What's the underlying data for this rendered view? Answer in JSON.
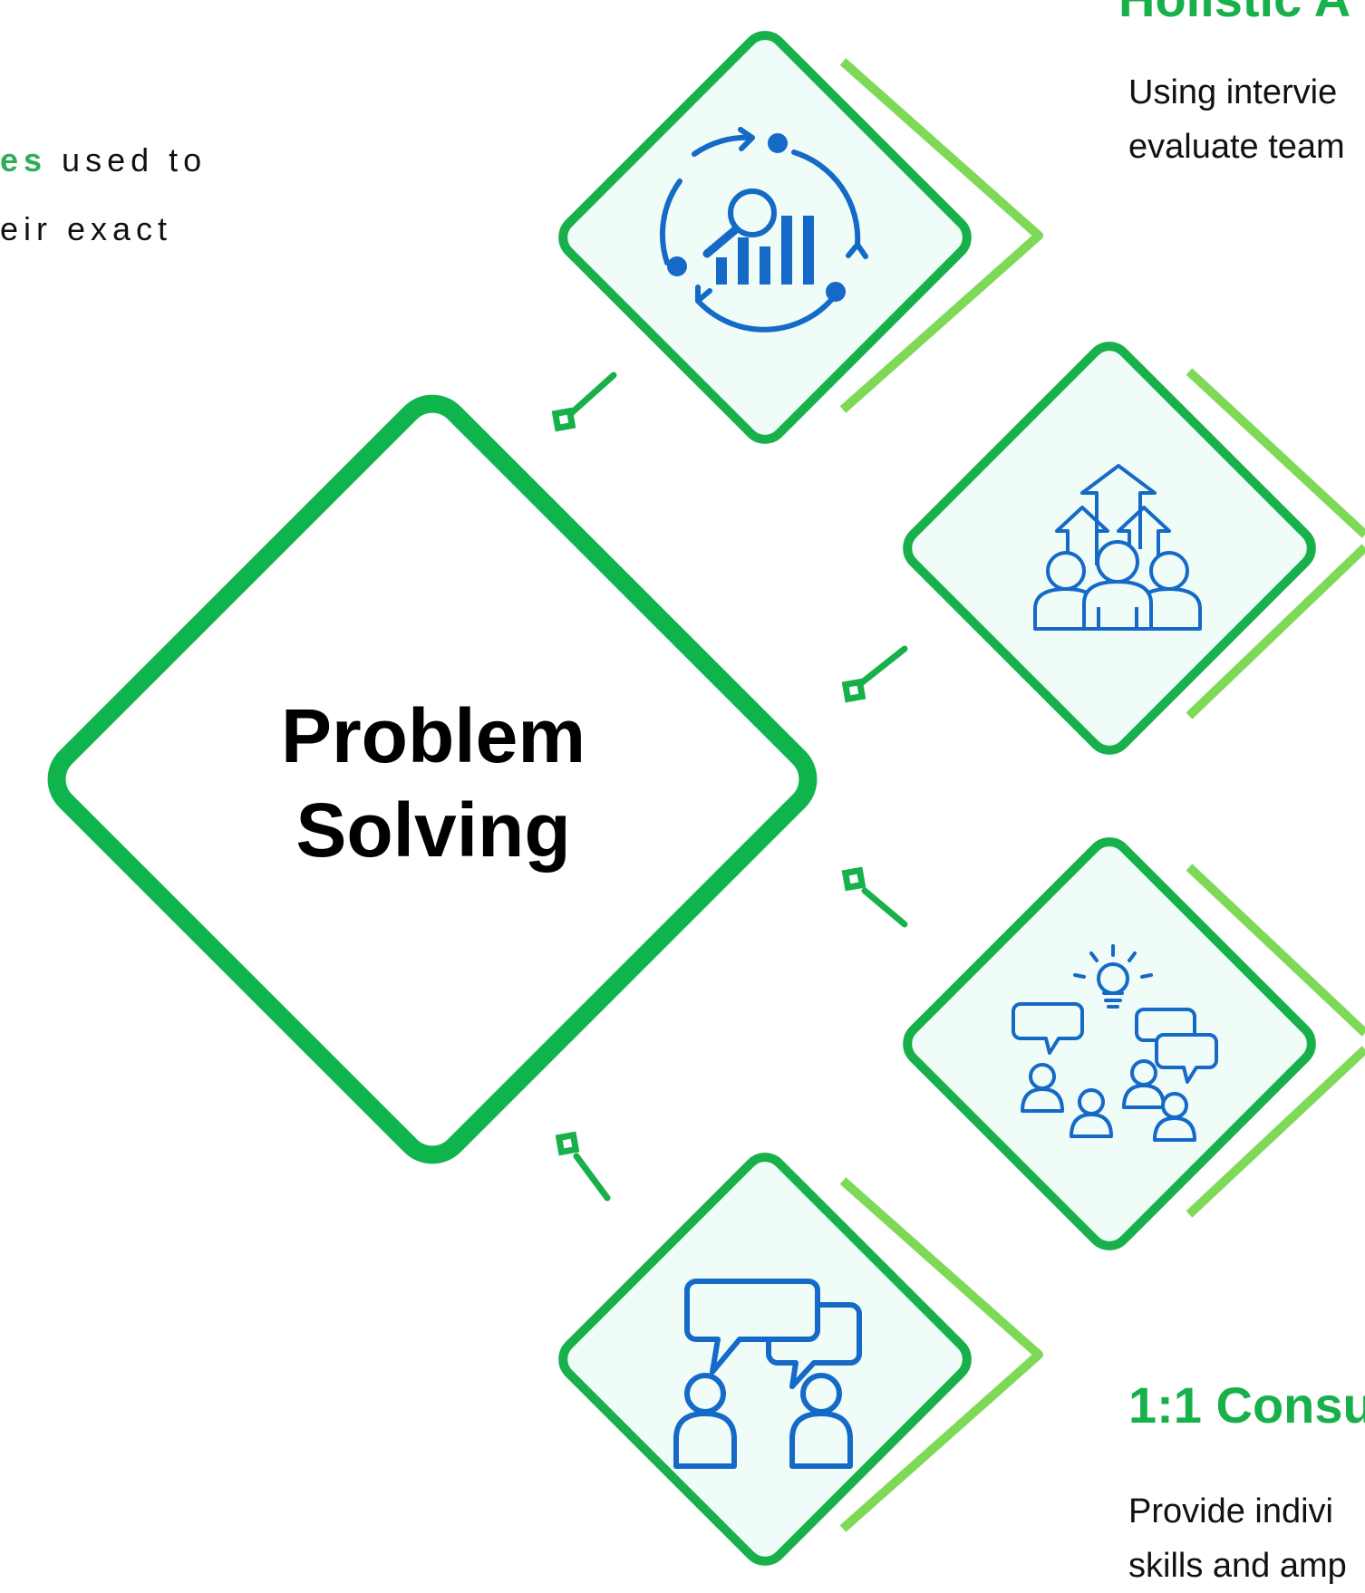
{
  "intro": {
    "line1_highlight": "es",
    "line1_rest": " used to",
    "line2": "eir exact"
  },
  "center": {
    "title_line1": "Problem",
    "title_line2": "Solving"
  },
  "items": [
    {
      "heading": "Holistic A",
      "desc_line1": "Using intervie",
      "desc_line2": "evaluate team",
      "icon": "analytics-cycle-icon"
    },
    {
      "icon": "team-growth-icon"
    },
    {
      "icon": "brainstorm-group-icon"
    },
    {
      "heading": "1:1 Consu",
      "desc_line1": "Provide indivi",
      "desc_line2": "skills and amp",
      "icon": "conversation-icon"
    }
  ],
  "colors": {
    "green": "#18b04a",
    "light_green": "#7ed957",
    "tile_fill": "#effcf7",
    "icon_blue": "#1569c7",
    "text": "#111111"
  }
}
